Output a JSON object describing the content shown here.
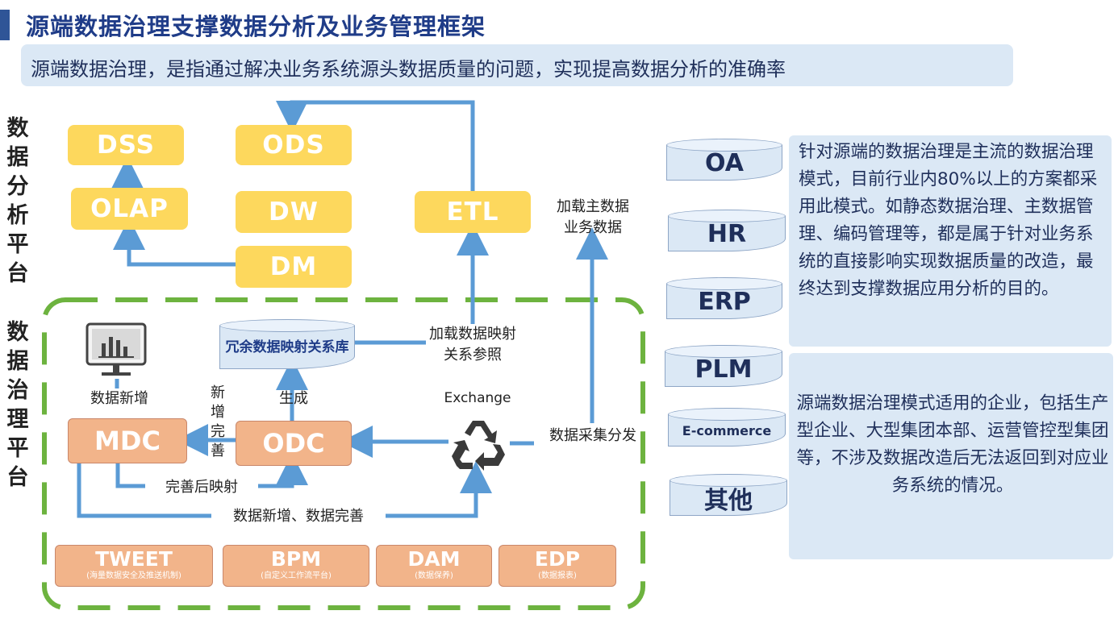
{
  "title": "源端数据治理支撑数据分析及业务管理框架",
  "subtitle": "源端数据治理，是指通过解决业务系统源头数据质量的问题，实现提高数据分析的准确率",
  "left_labels": {
    "analysis": [
      "数",
      "据",
      "分",
      "析",
      "平",
      "台"
    ],
    "governance": [
      "数",
      "据",
      "治",
      "理",
      "平",
      "台"
    ]
  },
  "analysis": {
    "dss": "DSS",
    "ods": "ODS",
    "olap": "OLAP",
    "dw": "DW",
    "etl": "ETL",
    "dm": "DM"
  },
  "governance": {
    "mapping_lib": "冗余数据映射关系库",
    "mdc": "MDC",
    "odc": "ODC",
    "exchange": "Exchange",
    "label_data_add": "数据新增",
    "label_add_improve": [
      "新",
      "增",
      "完",
      "善"
    ],
    "label_generate": "生成",
    "label_after_mapping": "完善后映射",
    "label_bottom_flow": "数据新增、数据完善",
    "label_load_mapping": "加载数据映射关系参照",
    "label_collect": "数据采集分发",
    "label_load_master": "加载主数据业务数据"
  },
  "bottom_modules": [
    {
      "name": "TWEET",
      "desc": "(海量数据安全及推送机制)"
    },
    {
      "name": "BPM",
      "desc": "(自定义工作流平台)"
    },
    {
      "name": "DAM",
      "desc": "(数据保养)"
    },
    {
      "name": "EDP",
      "desc": "(数据报表)"
    }
  ],
  "systems": [
    "OA",
    "HR",
    "ERP",
    "PLM",
    "E-commerce",
    "其他"
  ],
  "info1": "针对源端的数据治理是主流的数据治理模式，目前行业内80%以上的方案都采用此模式。如静态数据治理、主数据管理、编码管理等，都是属于针对业务系统的直接影响实现数据质量的改造，最终达到支撑数据应用分析的目的。",
  "info2": "源端数据治理模式适用的企业，包括生产型企业、大型集团本部、运营管控型集团等，不涉及数据改造后无法返回到对应业务系统的情况。",
  "colors": {
    "yellow": "#fdd85d",
    "orange": "#f2b48a",
    "arrow": "#5b9bd5",
    "green_dash": "#6db33f",
    "title": "#1f3c88",
    "light_blue": "#dbe8f5"
  }
}
